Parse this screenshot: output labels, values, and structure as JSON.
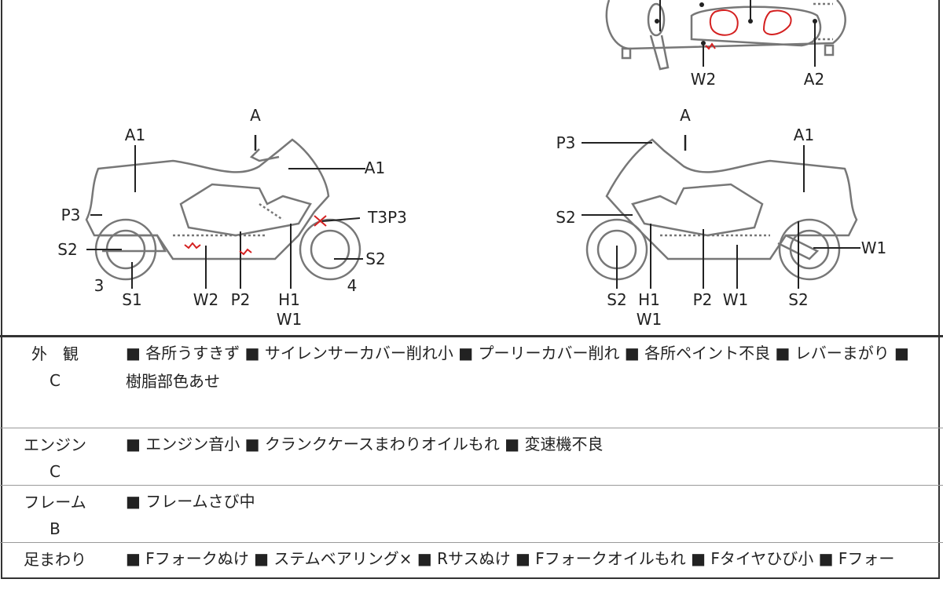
{
  "diagram": {
    "top_labels": [
      "W2",
      "A2"
    ],
    "left_labels": [
      "A",
      "A1",
      "A1",
      "P3",
      "T3P3",
      "S2",
      "S2",
      "3",
      "S1",
      "W2",
      "P2",
      "H1",
      "W1",
      "4"
    ],
    "right_labels": [
      "A",
      "P3",
      "A1",
      "S2",
      "W1",
      "S2",
      "H1",
      "W1",
      "P2",
      "W1",
      "S2"
    ],
    "damage_color": "#d42020"
  },
  "sections": [
    {
      "title": "外　観",
      "grade": "C",
      "text": "■ 各所うすきず ■ サイレンサーカバー削れ小 ■ プーリーカバー削れ ■ 各所ペイント不良 ■ レバーまがり ■ 樹脂部色あせ"
    },
    {
      "title": "エンジン",
      "grade": "C",
      "text": "■ エンジン音小 ■ クランクケースまわりオイルもれ ■ 変速機不良"
    },
    {
      "title": "フレーム",
      "grade": "B",
      "text": "■ フレームさび中"
    },
    {
      "title": "足まわり",
      "grade": "",
      "text": "■ Fフォークぬけ ■ ステムベアリング× ■ Rサスぬけ ■ Fフォークオイルもれ ■ Fタイヤひび小 ■ Fフォー"
    }
  ]
}
